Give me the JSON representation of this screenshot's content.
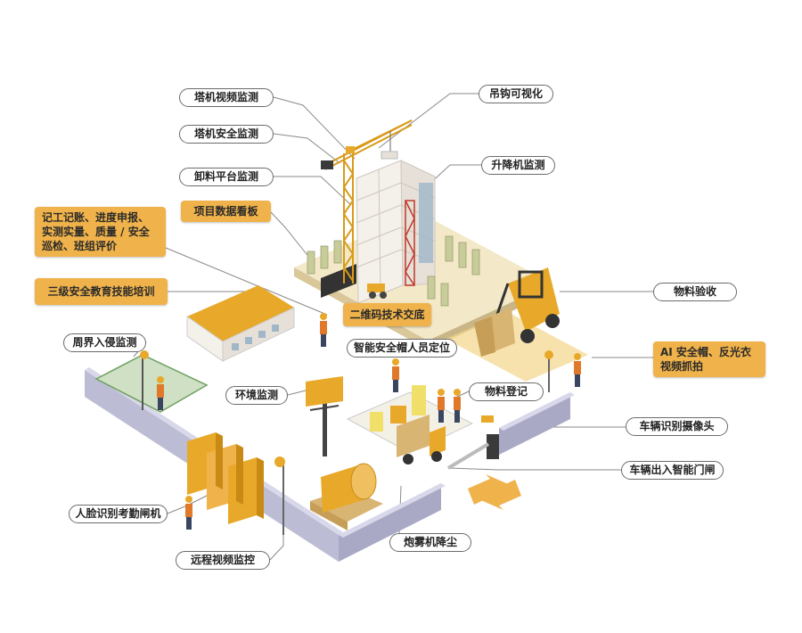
{
  "labels": {
    "tower_video": "塔机视频监测",
    "hook_visual": "吊钩可视化",
    "tower_safety": "塔机安全监测",
    "hoist_monitor": "升降机监测",
    "unload_platform": "卸料平台监测",
    "project_board": "项目数据看板",
    "work_records": "记工记账、进度申报、实测实量、质量 / 安全巡检、班组评价",
    "safety_training": "三级安全教育技能培训",
    "material_check": "物料验收",
    "qr_tech": "二维码技术交底",
    "helmet_locate": "智能安全帽人员定位",
    "perimeter": "周界入侵监测",
    "ai_capture": "AI 安全帽、反光衣视频抓拍",
    "env_monitor": "环境监测",
    "material_register": "物料登记",
    "vehicle_camera": "车辆识别摄像头",
    "vehicle_gate": "车辆出入智能门闸",
    "face_gate": "人脸识别考勤闸机",
    "remote_video": "远程视频监控",
    "fog_cannon": "炮雾机降尘"
  },
  "colors": {
    "accent": "#f0b24a",
    "yellow": "#e8a92a",
    "wall": "#bcbcd4",
    "ground": "#f3e8c8",
    "line": "#8a8a8a"
  }
}
